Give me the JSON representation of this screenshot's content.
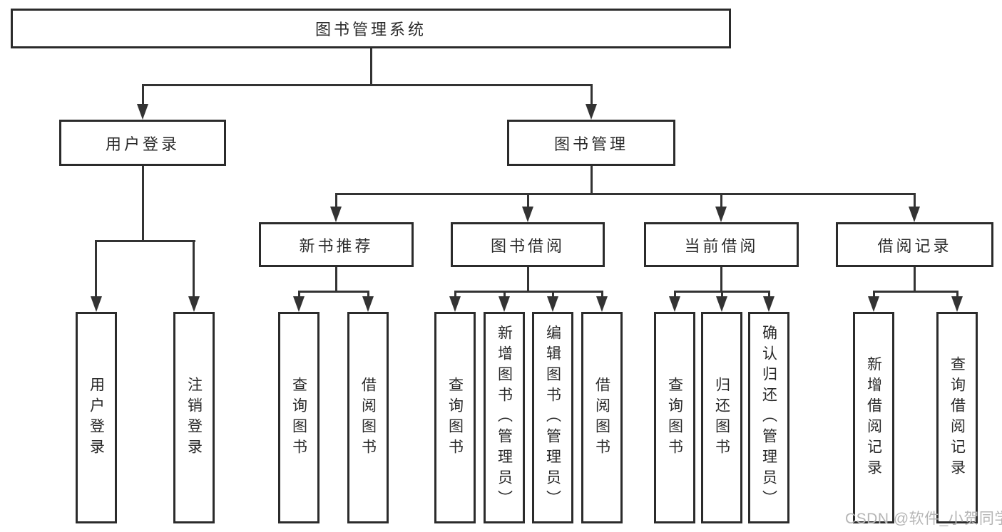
{
  "nodes": {
    "root": "图书管理系统",
    "user_login": "用户登录",
    "book_mgmt": "图书管理",
    "new_book_rec": "新书推荐",
    "book_borrow": "图书借阅",
    "current_borrow": "当前借阅",
    "borrow_records": "借阅记录",
    "leaf_user_login": "用户登录",
    "leaf_logout": "注销登录",
    "leaf_nb_query": "查询图书",
    "leaf_nb_borrow": "借阅图书",
    "leaf_bb_query": "查询图书",
    "leaf_bb_add": "新增图书（管理员）",
    "leaf_bb_edit": "编辑图书（管理员）",
    "leaf_bb_borrow": "借阅图书",
    "leaf_cb_query": "查询图书",
    "leaf_cb_return": "归还图书",
    "leaf_cb_confirm": "确认归还（管理员）",
    "leaf_br_add": "新增借阅记录",
    "leaf_br_query": "查询借阅记录"
  },
  "watermark": "CSDN @软件_小贺同学",
  "colors": {
    "line": "#333333",
    "box_border": "#2b2b2b",
    "text": "#2a2a2a",
    "watermark": "#b5b5b5",
    "background": "#ffffff"
  }
}
